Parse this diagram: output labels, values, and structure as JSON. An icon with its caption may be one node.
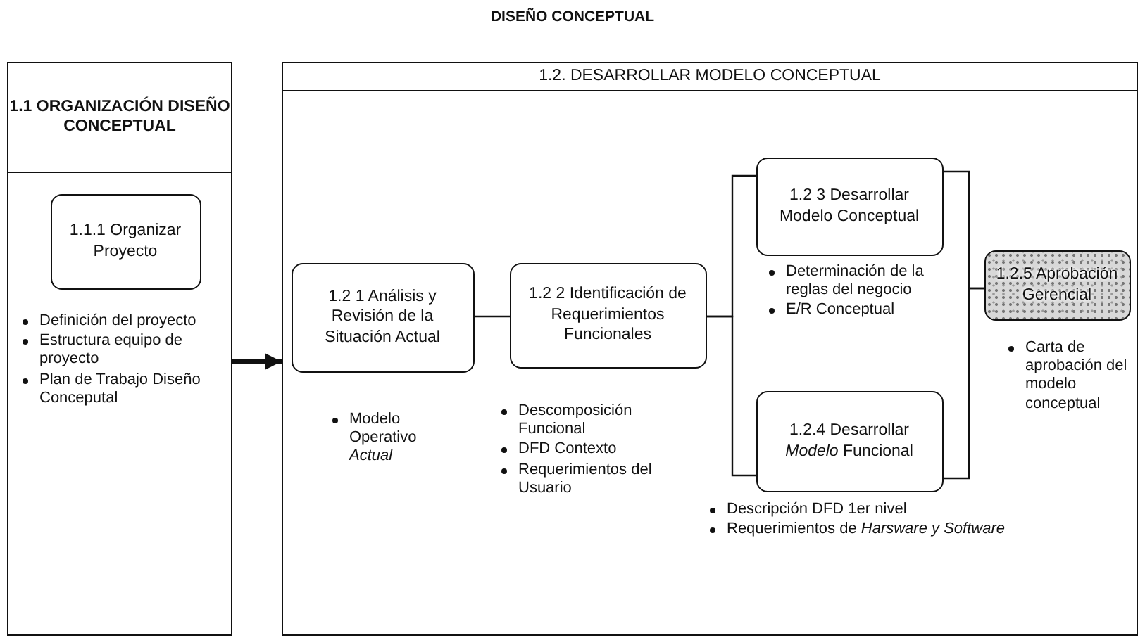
{
  "diagram": {
    "title": "DISEÑO CONCEPTUAL",
    "nodes": [
      {
        "text": [
          "1.1 ORGANIZACIÓN DISEÑO CONCEPTUAL"
        ]
      },
      {
        "text": [
          "1.1.1 Organizar Proyecto"
        ],
        "in": 0,
        "beside": [
          "Definición del proyecto",
          "Estructura equipo de proyecto",
          "Plan de Trabajo Diseño Conceputal"
        ]
      },
      {
        "text": [
          "1.2. DESARROLLAR MODELO CONCEPTUAL"
        ]
      },
      {
        "text": [
          "1.2 1 Análisis y Revisión de la Situación Actual"
        ],
        "in": 2,
        "beside": [
          "Modelo Operativo *Actual*"
        ]
      },
      {
        "text": [
          "1.2 2 Identificación de Requerimientos Funcionales"
        ],
        "in": 2,
        "beside": [
          "Descomposición Funcional",
          "DFD Contexto",
          "Requerimientos del Usuario"
        ]
      },
      {
        "text": [
          "1.2 3 Desarrollar Modelo Conceptual"
        ],
        "in": 2,
        "beside": [
          "Determinación de la reglas del negocio",
          "E/R Conceptual"
        ]
      },
      {
        "text": [
          "1.2.4 Desarrollar *Modelo* Funcional"
        ],
        "in": 2,
        "beside": [
          "Descripción DFD 1er nivel",
          "Requerimientos de *Harsware y Software*"
        ]
      },
      {
        "text": [
          "1.2.5 Aprobación Gerencial"
        ],
        "in": 2,
        "beside": [
          "Carta de aprobación del modelo conceptual"
        ]
      }
    ],
    "edges": [
      {
        "from": 0,
        "to": 2,
        "arrow": "to",
        "style": "thick"
      },
      {
        "from": 3,
        "to": 4,
        "arrow": "none"
      },
      {
        "from": 4,
        "to": 5,
        "arrow": "none"
      },
      {
        "from": 4,
        "to": 6,
        "arrow": "none"
      },
      {
        "from": 5,
        "to": 7,
        "arrow": "none"
      },
      {
        "from": 6,
        "to": 7,
        "arrow": "none"
      }
    ]
  }
}
